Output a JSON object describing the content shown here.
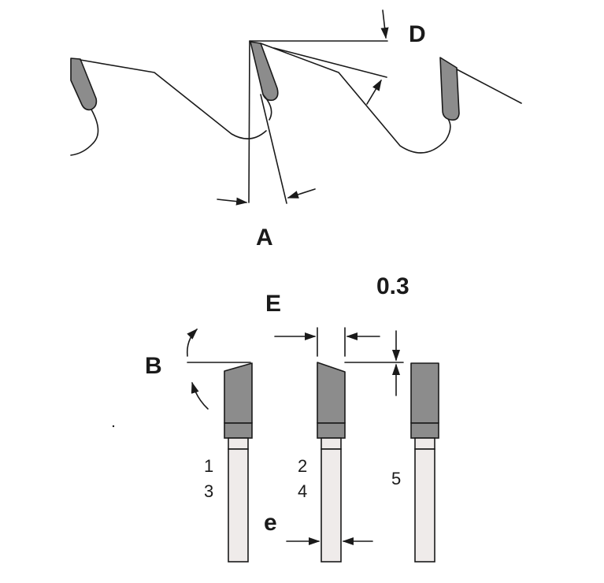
{
  "labels": {
    "A": "A",
    "B": "B",
    "D": "D",
    "E": "E",
    "e": "e",
    "clearance": "0.3",
    "profile_1": "1",
    "profile_3": "3",
    "profile_2": "2",
    "profile_4": "4",
    "profile_5": "5"
  },
  "colors": {
    "carbide": "#8c8c8c",
    "blade_body": "#efebea",
    "line": "#1a1a1a"
  }
}
